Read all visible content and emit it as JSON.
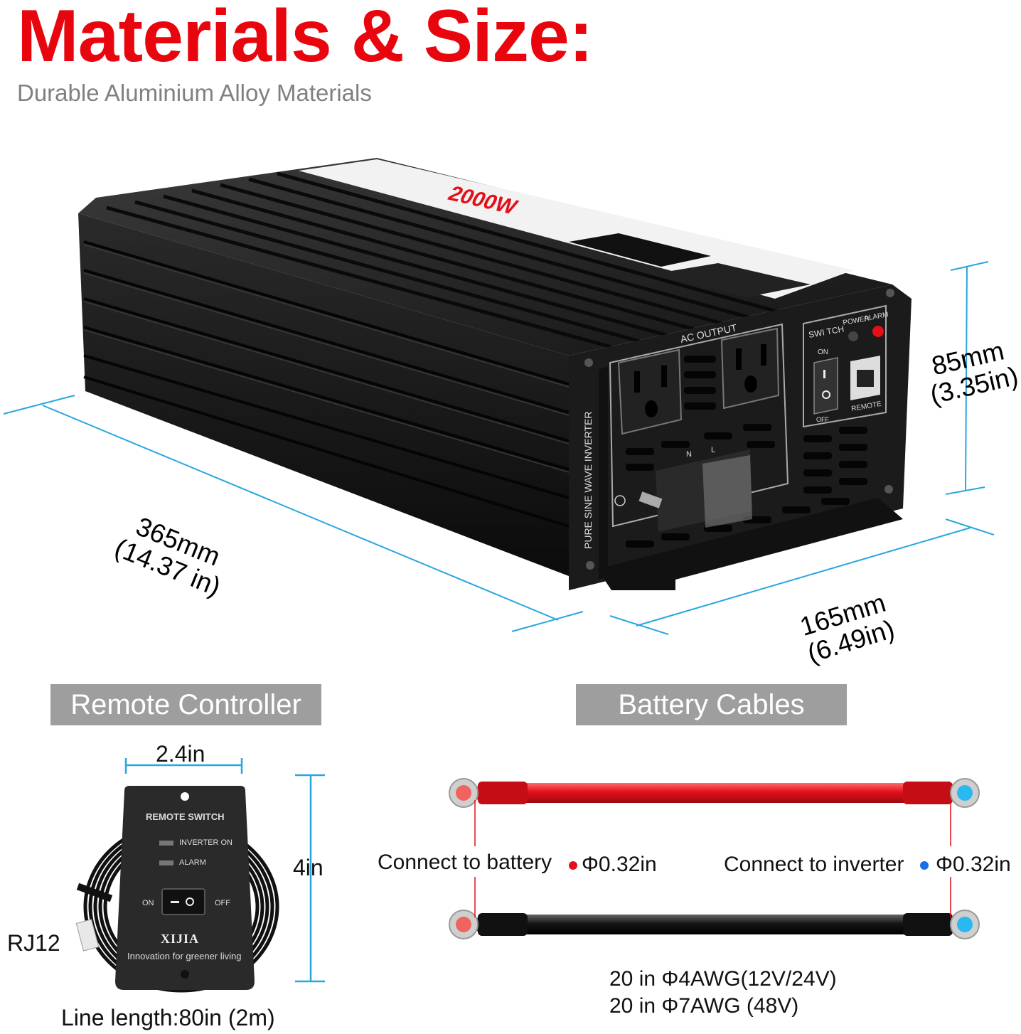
{
  "headline": "Materials & Size:",
  "subheadline": "Durable Aluminium Alloy Materials",
  "dimensions": {
    "length_mm": "365mm",
    "length_in": "(14.37 in)",
    "width_mm": "165mm",
    "width_in": "(6.49in)",
    "height_mm": "85mm",
    "height_in": "(3.35in)"
  },
  "inverter": {
    "power_label": "2000W",
    "ac_output_label": "AC OUTPUT",
    "switch_label": "SWI TCH",
    "on_label": "ON",
    "off_label": "OFF",
    "power_indicator_label": "POWER",
    "alarm_indicator_label": "ALARM",
    "remote_port_label": "REMOTE",
    "side_text": "PURE  SINE  WAVE  INVERTER",
    "neutral_label": "N",
    "line_label": "L",
    "colors": {
      "body": "#1a1a1a",
      "alarm_led": "#e3101a",
      "dimension_line": "#29a6e0"
    }
  },
  "remote_controller": {
    "section_title": "Remote Controller",
    "width": "2.4in",
    "height": "4in",
    "panel_title": "REMOTE SWITCH",
    "inverter_on": "INVERTER ON",
    "alarm": "ALARM",
    "on": "ON",
    "off": "OFF",
    "brand": "XIJIA",
    "tagline": "Innovation for greener living",
    "connector": "RJ12",
    "line_length": "Line length:80in (2m)"
  },
  "battery_cables": {
    "section_title": "Battery Cables",
    "connect_battery": "Connect to battery",
    "connect_battery_diameter": "Φ0.32in",
    "connect_inverter": "Connect to inverter",
    "connect_inverter_diameter": "Φ0.32in",
    "spec_line_1": "20 in Φ4AWG(12V/24V)",
    "spec_line_2": "20 in Φ7AWG (48V)",
    "colors": {
      "positive": "#e3101a",
      "negative": "#111111",
      "battery_dot": "#e3101a",
      "inverter_dot": "#1a6ee8",
      "terminal_left": "#f0645f",
      "terminal_right": "#29b8ef"
    }
  }
}
